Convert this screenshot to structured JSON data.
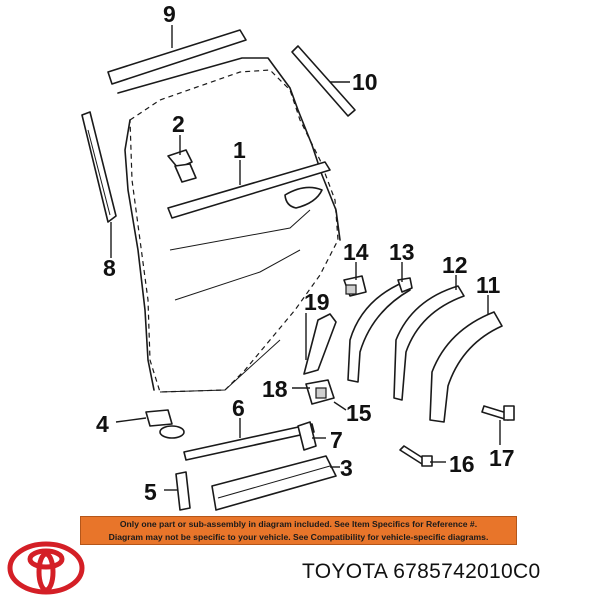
{
  "callouts": [
    "9",
    "10",
    "2",
    "1",
    "8",
    "14",
    "13",
    "12",
    "11",
    "19",
    "18",
    "15",
    "4",
    "6",
    "7",
    "3",
    "5",
    "16",
    "17"
  ],
  "notice": {
    "line1": "Only one part or sub-assembly in diagram included. See Item Specifics for Reference #.",
    "line2": "Diagram may not be specific to your vehicle. See Compatibility for vehicle-specific diagrams."
  },
  "caption": {
    "brand": "TOYOTA",
    "part_number": "6785742010C0"
  },
  "colors": {
    "notice_background": "#e8752a",
    "logo_red": "#d41f26"
  },
  "icons": {
    "logo": "toyota-logo-icon"
  }
}
